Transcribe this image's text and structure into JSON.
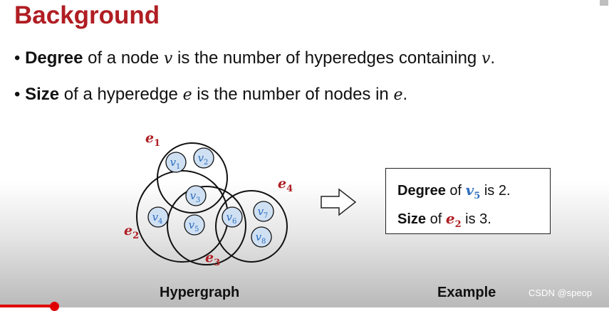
{
  "slide": {
    "title": "Background",
    "bullets": [
      {
        "marker": "•",
        "term": "Degree",
        "text_before": " of a node ",
        "var1": "v",
        "text_after": " is the number of hyperedges containing ",
        "var2": "v",
        "end": "."
      },
      {
        "marker": "•",
        "term": "Size",
        "text_before": " of a hyperedge ",
        "var1": "e",
        "text_after": " is the number of nodes in ",
        "var2": "e",
        "end": "."
      }
    ],
    "figure": {
      "hyperedges": [
        {
          "base": "e",
          "sub": "1"
        },
        {
          "base": "e",
          "sub": "2"
        },
        {
          "base": "e",
          "sub": "3"
        },
        {
          "base": "e",
          "sub": "4"
        }
      ],
      "nodes": [
        {
          "base": "v",
          "sub": "1"
        },
        {
          "base": "v",
          "sub": "2"
        },
        {
          "base": "v",
          "sub": "3"
        },
        {
          "base": "v",
          "sub": "4"
        },
        {
          "base": "v",
          "sub": "5"
        },
        {
          "base": "v",
          "sub": "6"
        },
        {
          "base": "v",
          "sub": "7"
        },
        {
          "base": "v",
          "sub": "8"
        }
      ],
      "caption_left": "Hypergraph",
      "caption_right": "Example"
    },
    "example": {
      "line1": {
        "term": "Degree",
        "text_before": " of ",
        "sym_base": "v",
        "sym_sub": "5",
        "text_after": " is 2."
      },
      "line2": {
        "term": "Size",
        "text_before": " of ",
        "sym_base": "e",
        "sym_sub": "2",
        "text_after": " is 3."
      }
    },
    "watermark": "CSDN @speop",
    "progress": 0.09
  },
  "colors": {
    "title": "#b01e23",
    "hyperedge_label": "#b01e23",
    "node_fill": "#cfe0f3",
    "node_text": "#2e6fc0",
    "progress": "#e00000"
  }
}
